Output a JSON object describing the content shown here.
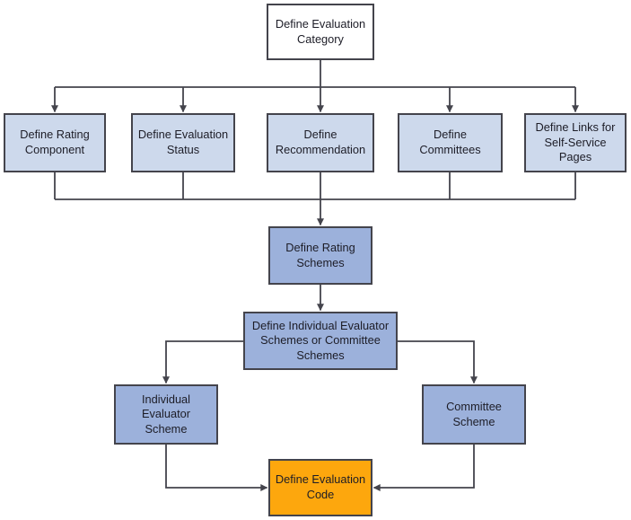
{
  "colors": {
    "background": "#ffffff",
    "box-white": "#ffffff",
    "box-light": "#cdd9ec",
    "box-blue": "#9cb1db",
    "box-orange": "#fda70d",
    "line": "#44444c",
    "text": "#1d1d27"
  },
  "nodes": {
    "category": {
      "label": "Define Evaluation Category"
    },
    "rating_component": {
      "label": "Define Rating Component"
    },
    "evaluation_status": {
      "label": "Define Evaluation Status"
    },
    "recommendation": {
      "label": "Define Recommendation"
    },
    "committees": {
      "label": "Define Committees"
    },
    "self_service_links": {
      "label": "Define Links for Self-Service Pages"
    },
    "rating_schemes": {
      "label": "Define Rating Schemes"
    },
    "evaluator_or_committee_schemes": {
      "label": "Define Individual Evaluator Schemes or Committee Schemes"
    },
    "individual_evaluator_scheme": {
      "label": "Individual Evaluator Scheme"
    },
    "committee_scheme": {
      "label": "Committee Scheme"
    },
    "evaluation_code": {
      "label": "Define Evaluation Code"
    }
  }
}
